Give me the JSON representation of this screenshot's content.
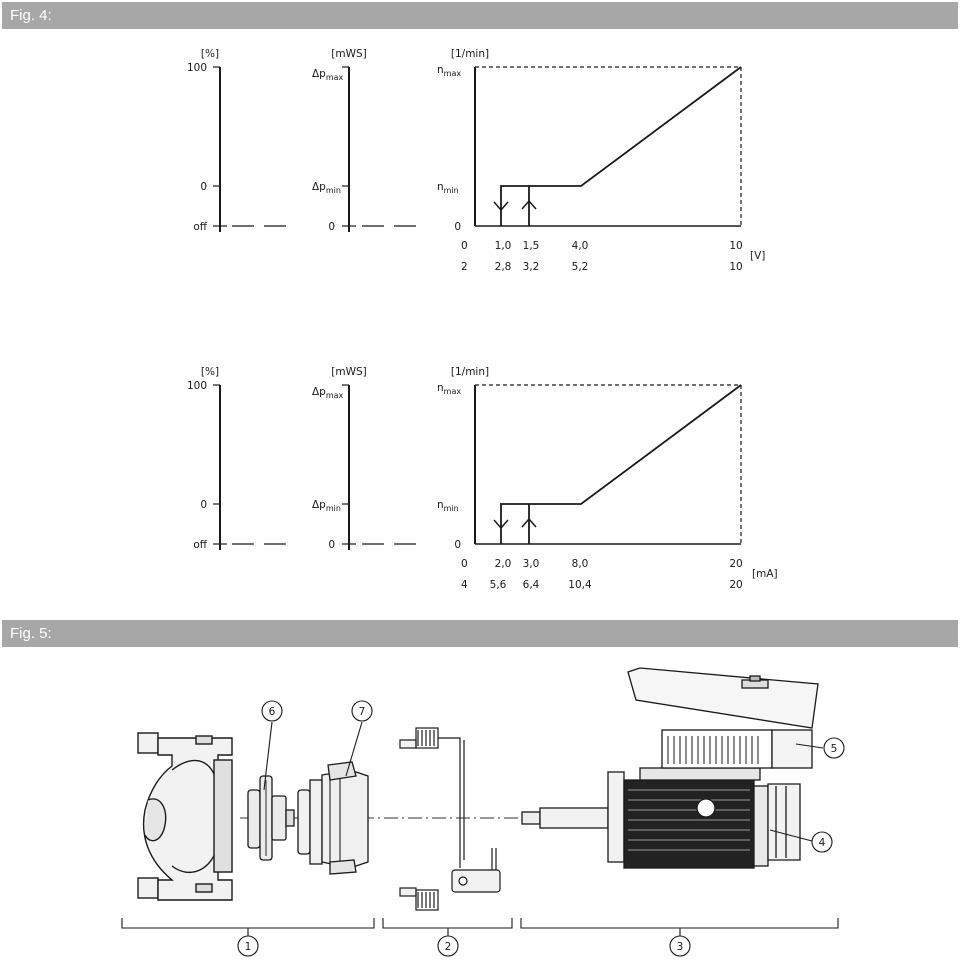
{
  "fig4": {
    "title": "Fig. 4:",
    "axis_units": {
      "percent": "[%]",
      "mws": "[mWS]",
      "rpm": "[1/min]"
    },
    "percent_ticks": {
      "top": "100",
      "mid": "0",
      "bottom": "off"
    },
    "mws_labels": {
      "p": "Δp",
      "max": "max",
      "min": "min",
      "zero": "0"
    },
    "rpm_labels": {
      "n": "n",
      "max": "max",
      "min": "min",
      "zero": "0"
    },
    "voltage_chart": {
      "unit": "[V]",
      "row1": [
        "0",
        "1,0",
        "1,5",
        "4,0",
        "10"
      ],
      "row2": [
        "2",
        "2,8",
        "3,2",
        "5,2",
        "10"
      ]
    },
    "current_chart": {
      "unit": "[mA]",
      "row1": [
        "0",
        "2,0",
        "3,0",
        "8,0",
        "20"
      ],
      "row2": [
        "4",
        "5,6",
        "6,4",
        "10,4",
        "20"
      ]
    }
  },
  "fig5": {
    "title": "Fig. 5:",
    "callouts": [
      "6",
      "7",
      "5",
      "4"
    ],
    "groups": [
      "1",
      "2",
      "3"
    ]
  }
}
